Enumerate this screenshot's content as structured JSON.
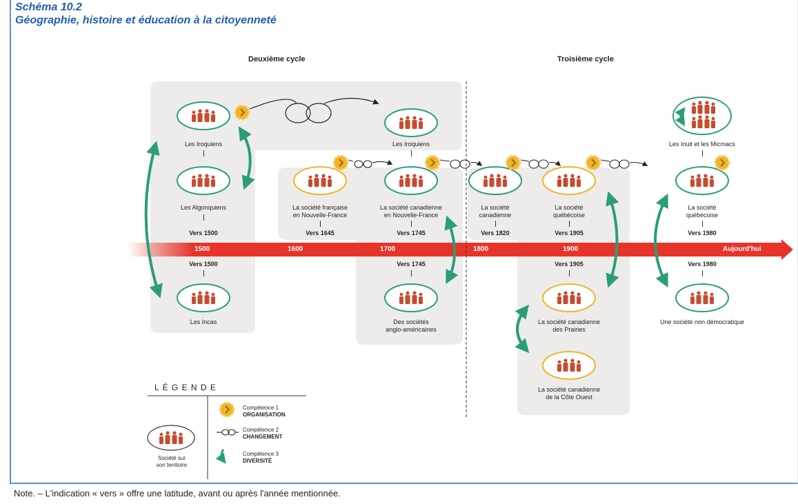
{
  "header": {
    "schema": "Schéma 10.2",
    "subtitle": "Géographie, histoire et éducation à la citoyenneté"
  },
  "cycles": {
    "second": "Deuxième cycle",
    "third": "Troisième cycle"
  },
  "timeline": {
    "ticks": [
      "1500",
      "1600",
      "1700",
      "1800",
      "1900"
    ],
    "end_label": "Aujourd'hui"
  },
  "societies": {
    "iroquois_1": "Les Iroquiens",
    "iroquois_2": "Les Iroquiens",
    "algonquiens": "Les Algonquiens",
    "incas": "Les Incas",
    "nf_fr_1": "La société française",
    "nf_fr_2": "en Nouvelle-France",
    "nf_ca_1": "La société canadienne",
    "nf_ca_2": "en Nouvelle-France",
    "angl_1": "Des sociétés",
    "angl_2": "anglo-américaines",
    "can1820_1": "La société",
    "can1820_2": "canadienne",
    "que1905_1": "La société",
    "que1905_2": "québécoise",
    "prairies_1": "La société canadienne",
    "prairies_2": "des Prairies",
    "cote_1": "La société canadienne",
    "cote_2": "de la Côte Ouest",
    "inuit": "Les Inuit et les Micmacs",
    "que1980_1": "La société",
    "que1980_2": "québécoise",
    "nondemo": "Une société non démocratique"
  },
  "dates": {
    "alg": "Vers 1500",
    "inca": "Vers 1500",
    "fr": "Vers 1645",
    "ca": "Vers 1745",
    "angl": "Vers 1745",
    "can1820": "Vers 1820",
    "que1905": "Vers 1905",
    "prairies": "Vers 1905",
    "que1980": "Vers 1980",
    "nondemo": "Vers 1980"
  },
  "legend": {
    "title": "L  É  G  E  N  D  E",
    "society_1": "Société sur",
    "society_2": "son territoire",
    "c1": "Compétence 1",
    "c1_name": "ORGANISATION",
    "c2": "Compétence 2",
    "c2_name": "CHANGEMENT",
    "c3": "Compétence 3",
    "c3_name": "DIVERSITÉ"
  },
  "note": "Note. – L'indication « vers » offre une latitude, avant ou après l'année mentionnée.",
  "colors": {
    "title": "#1f5fb0",
    "group_bg": "#edeceb",
    "teal": "#2a9d7a",
    "red": "#e8332a",
    "gold": "#f0b428",
    "people": "#c84b2e"
  }
}
